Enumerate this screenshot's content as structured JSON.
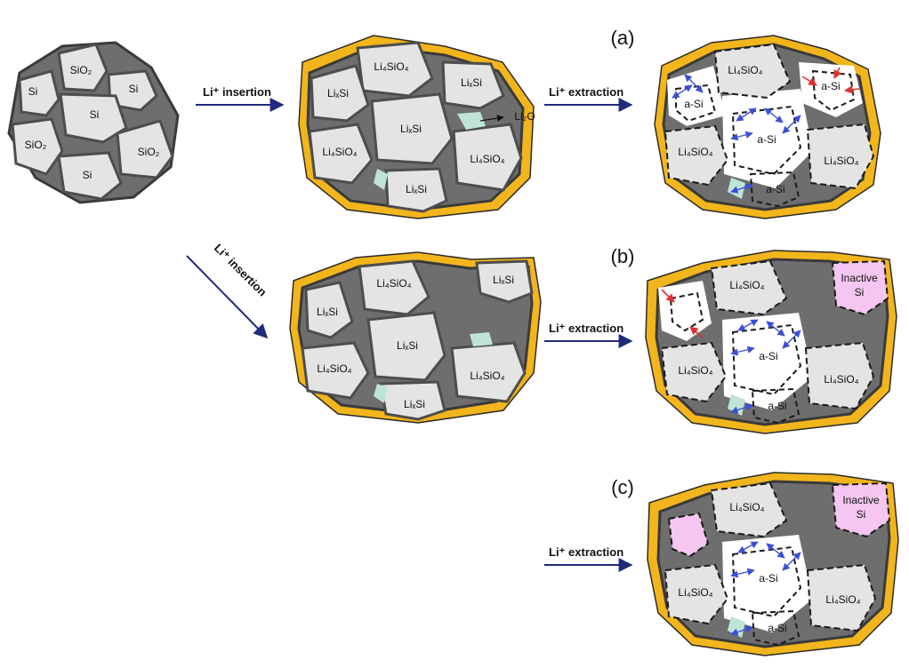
{
  "panel_labels": {
    "a": "(a)",
    "b": "(b)",
    "c": "(c)"
  },
  "arrows": {
    "insertion_1": "Li⁺ insertion",
    "insertion_2": "Li⁺ insertion",
    "extraction_a": "Li⁺ extraction",
    "extraction_b": "Li⁺ extraction",
    "extraction_c": "Li⁺ extraction"
  },
  "pristine": {
    "si_1": "Si",
    "sio2_1": "SiO₂",
    "si_2": "Si",
    "si_3": "Si",
    "sio2_2": "SiO₂",
    "sio2_3": "SiO₂",
    "si_4": "Si"
  },
  "lithiated_1": {
    "li4sio4_top": "Li₄SiO₄",
    "lixsi_left": "LiₓSi",
    "lixsi_right": "LiₓSi",
    "lixsi_center": "LiₓSi",
    "li4sio4_left": "Li₄SiO₄",
    "li4sio4_right": "Li₄SiO₄",
    "lixsi_bottom": "LiₓSi",
    "li2o": "Li₂O"
  },
  "lithiated_2": {
    "li4sio4_top": "Li₄SiO₄",
    "lixsi_left": "LiₓSi",
    "lixsi_right": "LiₓSi",
    "lixsi_center": "LiₓSi",
    "li4sio4_left": "Li₄SiO₄",
    "li4sio4_right": "Li₄SiO₄",
    "lixsi_bottom": "LiₓSi"
  },
  "delithiated_a": {
    "li4sio4_top": "Li₄SiO₄",
    "asi_left": "a-Si",
    "asi_right": "a-Si",
    "asi_center": "a-Si",
    "li4sio4_left": "Li₄SiO₄",
    "li4sio4_right": "Li₄SiO₄",
    "asi_bottom": "a-Si"
  },
  "delithiated_b": {
    "li4sio4_top": "Li₄SiO₄",
    "inactive": "Inactive",
    "inactive_si": "Si",
    "asi_center": "a-Si",
    "li4sio4_left": "Li₄SiO₄",
    "li4sio4_right": "Li₄SiO₄",
    "asi_bottom": "a-Si"
  },
  "delithiated_c": {
    "li4sio4_top": "Li₄SiO₄",
    "inactive": "Inactive",
    "inactive_si": "Si",
    "asi_center": "a-Si",
    "li4sio4_left": "Li₄SiO₄",
    "li4sio4_right": "Li₄SiO₄",
    "asi_bottom": "a-Si"
  },
  "colors": {
    "sei": "#f2b51c",
    "grain": "#e4e4e4",
    "matrix": "#6e6e6e",
    "li2o": "#bfe3d6",
    "inactive_si": "#f5c6f0",
    "arrow": "#1f2a7a",
    "li_diffusion": "#3b4fd6",
    "li_trapping": "#e03030"
  }
}
